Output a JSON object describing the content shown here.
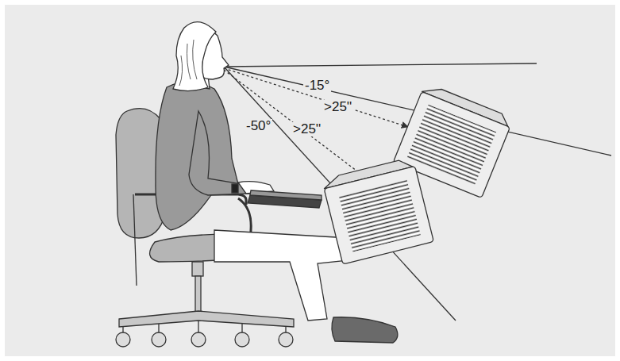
{
  "diagram": {
    "labels": [
      "-15°",
      ">25''",
      "-50°",
      ">25''"
    ]
  }
}
